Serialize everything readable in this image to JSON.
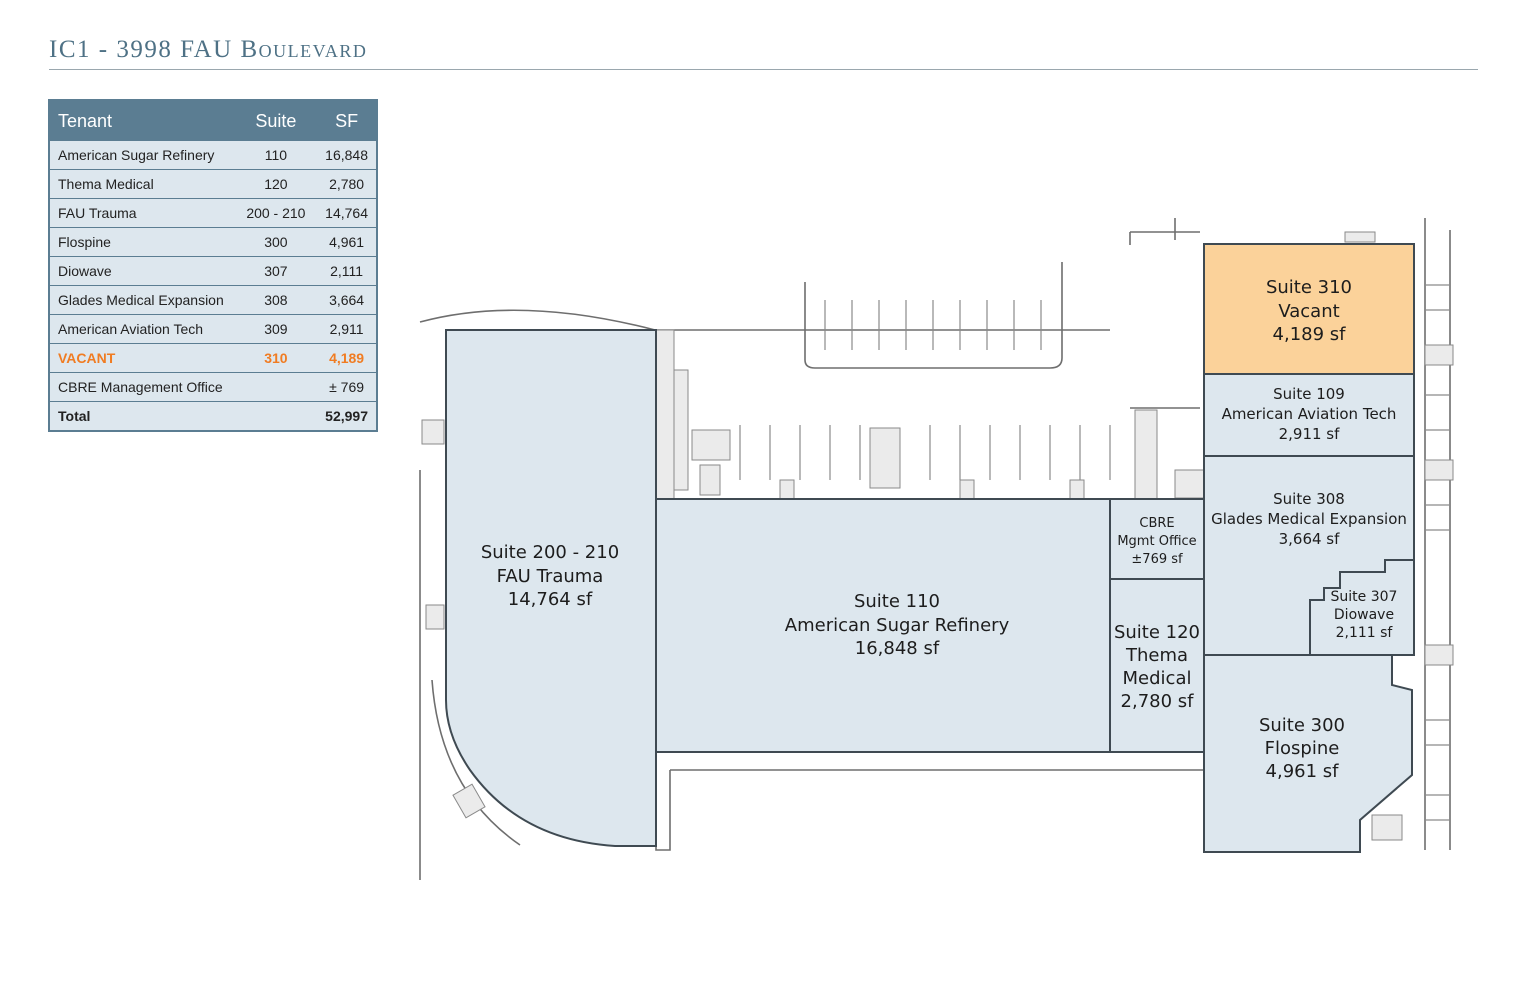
{
  "title": "IC1 - 3998 FAU Boulevard",
  "table": {
    "headers": [
      "Tenant",
      "Suite",
      "SF"
    ],
    "rows": [
      {
        "tenant": "American Sugar Refinery",
        "suite": "110",
        "sf": "16,848"
      },
      {
        "tenant": "Thema Medical",
        "suite": "120",
        "sf": "2,780"
      },
      {
        "tenant": "FAU Trauma",
        "suite": "200 - 210",
        "sf": "14,764"
      },
      {
        "tenant": "Flospine",
        "suite": "300",
        "sf": "4,961"
      },
      {
        "tenant": "Diowave",
        "suite": "307",
        "sf": "2,111"
      },
      {
        "tenant": "Glades Medical Expansion",
        "suite": "308",
        "sf": "3,664"
      },
      {
        "tenant": "American Aviation Tech",
        "suite": "309",
        "sf": "2,911"
      },
      {
        "tenant": "VACANT",
        "suite": "310",
        "sf": "4,189"
      },
      {
        "tenant": "CBRE Management Office",
        "suite": "",
        "sf": "± 769"
      }
    ],
    "total": {
      "label": "Total",
      "sf": "52,997"
    }
  },
  "colors": {
    "accent": "#5b7d92",
    "suite_fill": "#dde7ee",
    "vacant_fill": "#fbd29a",
    "vacant_text": "#f07c22"
  },
  "plan": {
    "suite_310": {
      "line1": "Suite 310",
      "line2": "Vacant",
      "line3": "4,189 sf"
    },
    "suite_309": {
      "line1": "Suite 109",
      "line2": "American Aviation Tech",
      "line3": "2,911 sf"
    },
    "suite_308": {
      "line1": "Suite 308",
      "line2": "Glades Medical Expansion",
      "line3": "3,664 sf"
    },
    "suite_307": {
      "line1": "Suite 307",
      "line2": "Diowave",
      "line3": "2,111 sf"
    },
    "suite_300": {
      "line1": "Suite 300",
      "line2": "Flospine",
      "line3": "4,961 sf"
    },
    "suite_200": {
      "line1": "Suite 200 - 210",
      "line2": "FAU Trauma",
      "line3": "14,764 sf"
    },
    "suite_110": {
      "line1": "Suite 110",
      "line2": "American Sugar Refinery",
      "line3": "16,848 sf"
    },
    "suite_120": {
      "line1": "Suite 120",
      "line2": "Thema",
      "line3": "Medical",
      "line4": "2,780 sf"
    },
    "cbre": {
      "line1": "CBRE",
      "line2": "Mgmt Office",
      "line3": "±769 sf"
    }
  }
}
